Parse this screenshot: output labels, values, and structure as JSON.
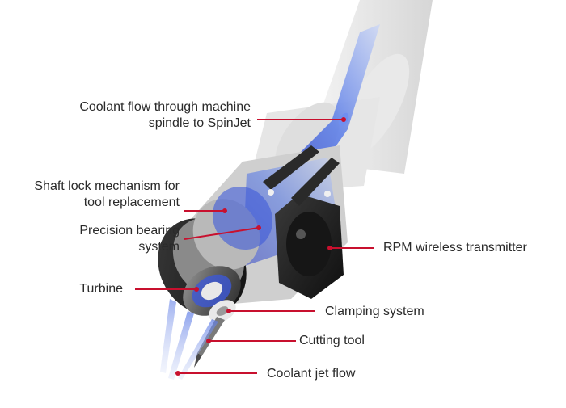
{
  "diagram": {
    "callouts": [
      {
        "id": "coolant_spindle",
        "lines": [
          "Coolant flow through machine",
          "spindle to SpinJet"
        ]
      },
      {
        "id": "shaft_lock",
        "lines": [
          "Shaft lock mechanism for",
          "tool replacement"
        ]
      },
      {
        "id": "bearing",
        "lines": [
          "Precision bearing",
          "system"
        ]
      },
      {
        "id": "rpm",
        "lines": [
          "RPM wireless transmitter"
        ]
      },
      {
        "id": "turbine",
        "lines": [
          "Turbine"
        ]
      },
      {
        "id": "clamping",
        "lines": [
          "Clamping system"
        ]
      },
      {
        "id": "cutting_tool",
        "lines": [
          "Cutting tool"
        ]
      },
      {
        "id": "coolant_jet",
        "lines": [
          "Coolant jet flow"
        ]
      }
    ],
    "colors": {
      "leader": "#c8102e",
      "coolant": "#3b54d6",
      "housing": "#d9d9d9",
      "dark_body": "#1e1e1e"
    }
  }
}
